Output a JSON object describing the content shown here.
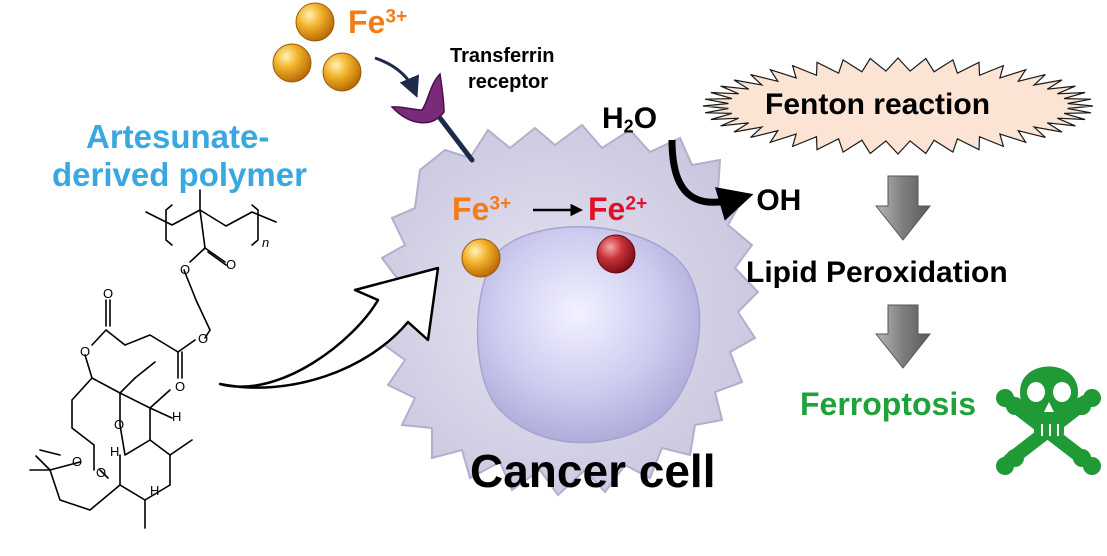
{
  "labels": {
    "fe3_top": "Fe",
    "fe3_top_charge": "3+",
    "transferrin": "Transferrin",
    "receptor": "receptor",
    "polymer_line1": "Artesunate-",
    "polymer_line2": "derived polymer",
    "polymer_repeat_n": "n",
    "h2o_h": "H",
    "h2o_sub": "2",
    "h2o_o": "O",
    "radical_dot": "·",
    "oh": "OH",
    "fenton": "Fenton reaction",
    "lipid": "Lipid Peroxidation",
    "ferroptosis": "Ferroptosis",
    "fe3_cell": "Fe",
    "fe3_cell_charge": "3+",
    "fe2_cell": "Fe",
    "fe2_cell_charge": "2+",
    "cancer_cell": "Cancer cell",
    "atom_o1": "O",
    "atom_o2": "O",
    "atom_o3": "O",
    "atom_o4": "O",
    "atom_o5": "O",
    "atom_o6": "O",
    "atom_o7": "O",
    "atom_o8": "O",
    "atom_o9": "O",
    "atom_h1": "H",
    "atom_h2": "H",
    "atom_h3": "H"
  },
  "colors": {
    "fe3_text": "#f07d1a",
    "fe2_text": "#e0102a",
    "polymer_text": "#3aa8e0",
    "ferroptosis_text": "#1fa23a",
    "skull": "#1f9a36",
    "receptor": "#7a2a78",
    "receptor_stem": "#1e2a4a",
    "cell_body": "#d3d0e6",
    "nucleus": "#c4c2e6",
    "fenton_fill": "#fbe4d4",
    "gray_arrow": "#8a8a8a",
    "gold_particle": "#f0a21e",
    "red_particle": "#c0222e"
  }
}
